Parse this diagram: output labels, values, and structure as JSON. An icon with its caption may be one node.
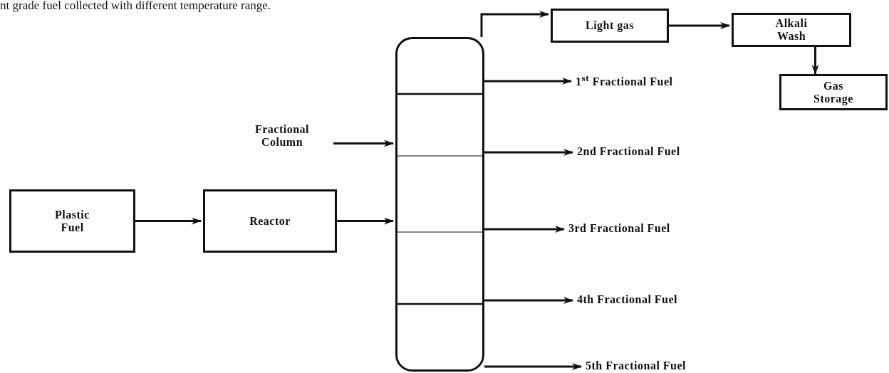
{
  "diagram": {
    "nodes": [
      {
        "text": [
          "Plastic Fuel"
        ]
      },
      {
        "text": [
          "Reactor"
        ]
      },
      {
        "text": [],
        "shape": "cylinder"
      },
      {
        "text": [
          "Fractional Column"
        ]
      },
      {
        "text": [
          "Light gas"
        ]
      },
      {
        "text": [
          "Alkali Wash"
        ]
      },
      {
        "text": [
          "Gas Storage"
        ]
      },
      {
        "text": [
          "1$^{st}$ Fractional Fuel"
        ]
      },
      {
        "text": [
          "2nd Fractional Fuel"
        ]
      },
      {
        "text": [
          "3rd Fractional Fuel"
        ]
      },
      {
        "text": [
          "4th Fractional Fuel"
        ]
      },
      {
        "text": [
          "5th Fractional Fuel"
        ]
      }
    ],
    "edges": [
      {
        "from": 0,
        "to": 1,
        "arrow": "to"
      },
      {
        "from": 1,
        "to": 2,
        "arrow": "to"
      },
      {
        "from": 3,
        "to": 2,
        "arrow": "to"
      },
      {
        "from": 2,
        "to": 4,
        "arrow": "to"
      },
      {
        "from": 4,
        "to": 5,
        "arrow": "to"
      },
      {
        "from": 5,
        "to": 6,
        "arrow": "to"
      },
      {
        "from": 2,
        "to": 7,
        "arrow": "to"
      },
      {
        "from": 2,
        "to": 8,
        "arrow": "to"
      },
      {
        "from": 2,
        "to": 9,
        "arrow": "to"
      },
      {
        "from": 2,
        "to": 10,
        "arrow": "to"
      },
      {
        "from": 2,
        "to": 11,
        "arrow": "to"
      }
    ],
    "labels": [
      "nt grade fuel collected with different temperature range."
    ]
  }
}
